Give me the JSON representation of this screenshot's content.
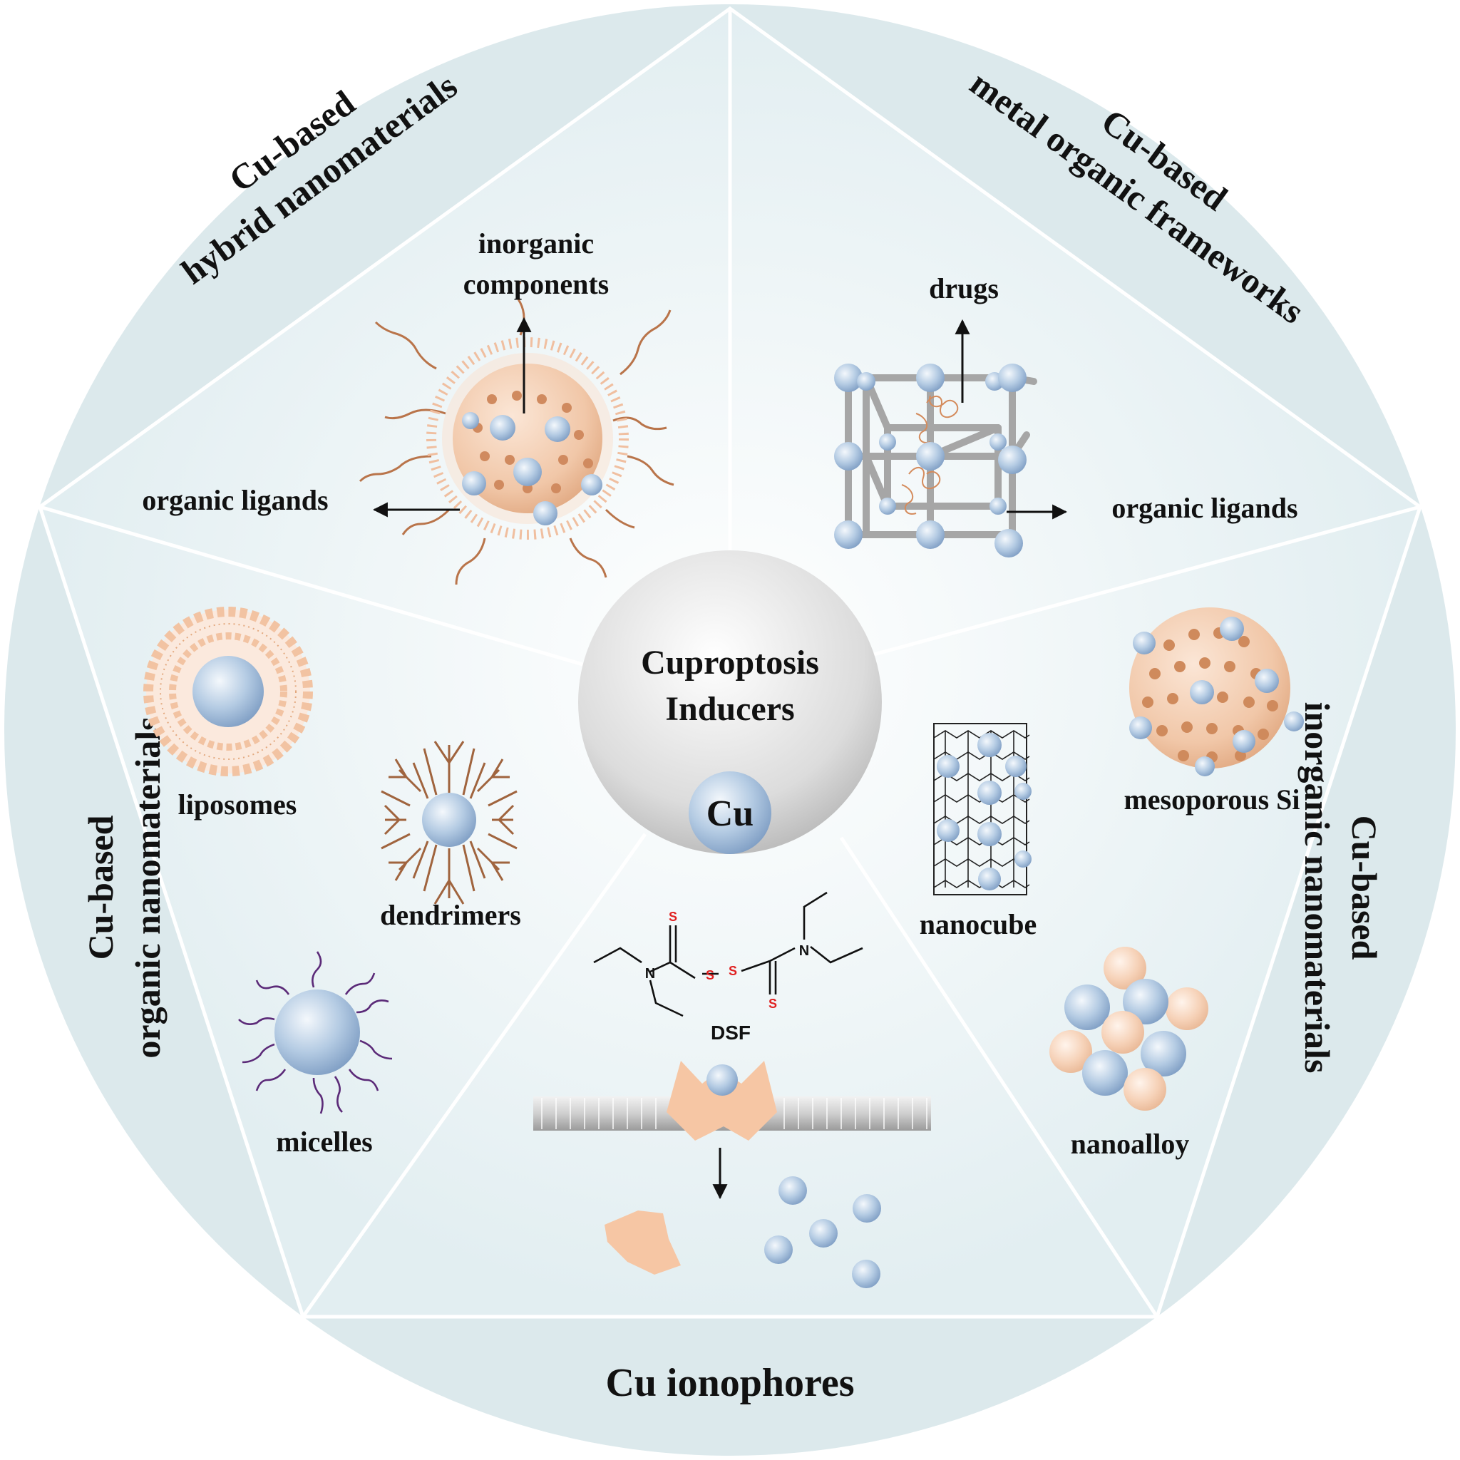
{
  "center": {
    "title_line1": "Cuproptosis",
    "title_line2": "Inducers",
    "core_label": "Cu"
  },
  "sections": {
    "hybrid": {
      "title_line1": "Cu-based",
      "title_line2": "hybrid nanomaterials",
      "label_inorganic_line1": "inorganic",
      "label_inorganic_line2": "components",
      "label_organic": "organic ligands"
    },
    "mof": {
      "title_line1": "Cu-based",
      "title_line2": "metal organic frameworks",
      "label_drugs": "drugs",
      "label_organic": "organic ligands"
    },
    "inorganic": {
      "title_line1": "Cu-based",
      "title_line2": "inorganic nanomaterials",
      "label_mesoporous": "mesoporous Si",
      "label_nanocube": "nanocube",
      "label_nanoalloy": "nanoalloy"
    },
    "ionophores": {
      "title": "Cu ionophores",
      "label_dsf": "DSF",
      "atom_s": "S",
      "atom_n": "N"
    },
    "organic": {
      "title_line1": "Cu-based",
      "title_line2": "organic nanomaterials",
      "label_liposomes": "liposomes",
      "label_dendrimers": "dendrimers",
      "label_micelles": "micelles"
    }
  },
  "colors": {
    "outer_ring": "#dce9ec",
    "inner_pentagon": "#ebf3f5",
    "divider": "#ffffff",
    "copper_sphere": "#a9c3df",
    "organic_brown": "#b9744a",
    "pore_tan": "#f3d2b8",
    "micelle_purple": "#5b2a78",
    "sulfur_red": "#e02020",
    "nanoalloy_peach": "#f6cdb0"
  }
}
